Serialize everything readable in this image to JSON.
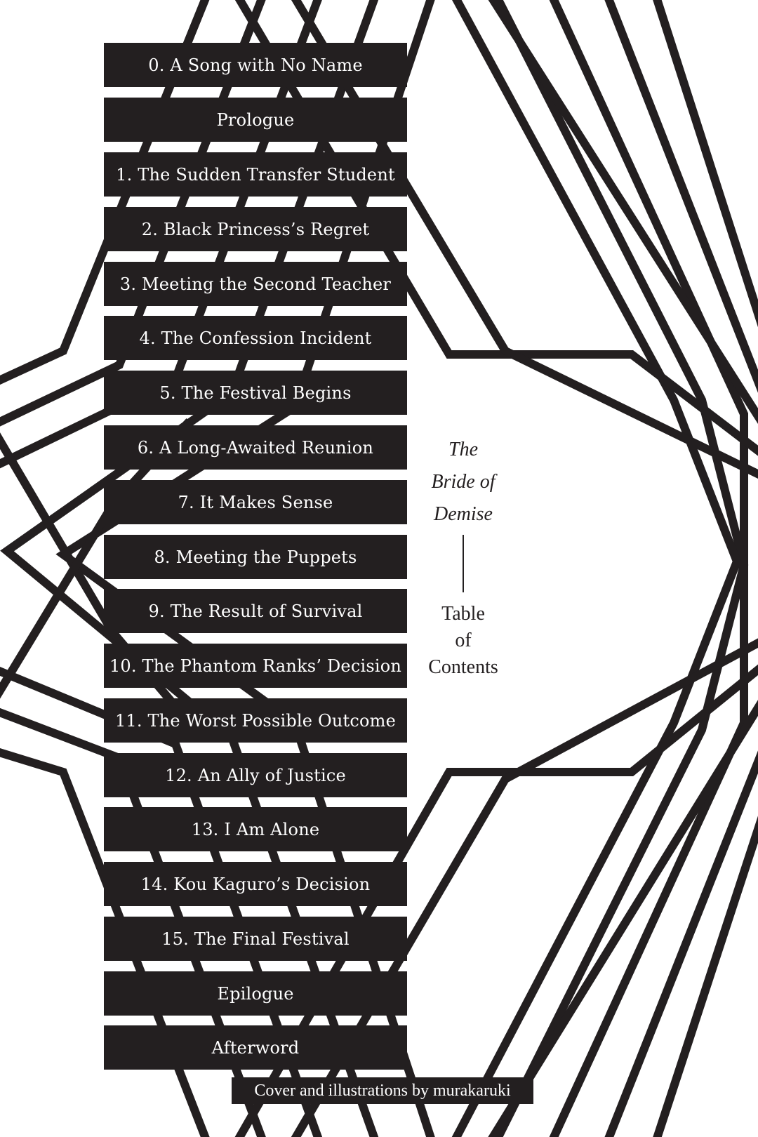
{
  "book_title": [
    "The",
    "Bride of",
    "Demise"
  ],
  "toc_heading": [
    "Table",
    "of",
    "Contents"
  ],
  "chapters": [
    "0. A Song with No Name",
    "Prologue",
    "1. The Sudden Transfer Student",
    "2. Black Princess’s Regret",
    "3. Meeting the Second Teacher",
    "4. The Confession Incident",
    "5. The Festival Begins",
    "6. A Long-Awaited Reunion",
    "7. It Makes Sense",
    "8. Meeting the Puppets",
    "9. The Result of Survival",
    "10. The Phantom Ranks’ Decision",
    "11. The Worst Possible Outcome",
    "12. An Ally of Justice",
    "13. I Am Alone",
    "14. Kou Kaguro’s Decision",
    "15. The Final Festival",
    "Epilogue",
    "Afterword"
  ],
  "credit": "Cover and illustrations by murakaruki",
  "colors": {
    "ink": "#231f20",
    "paper": "#ffffff"
  }
}
